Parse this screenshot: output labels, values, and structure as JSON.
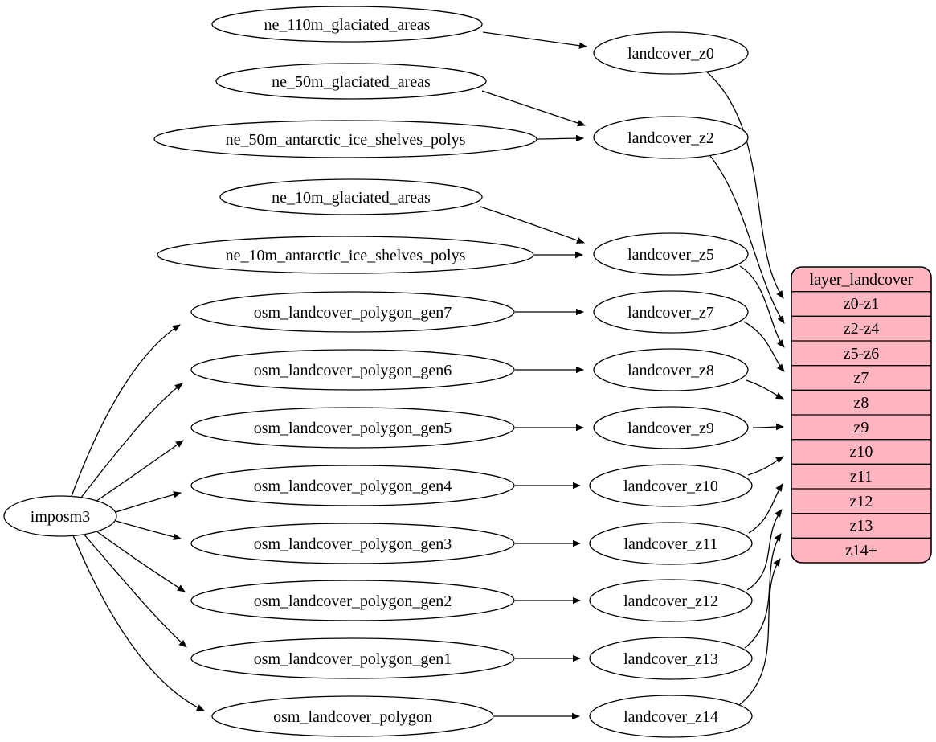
{
  "diagram": {
    "type": "etl-flow-graph",
    "colors": {
      "node_fill": "#ffffff",
      "node_stroke": "#000000",
      "edge_color": "#000000",
      "layer_table_fill": "#ffb6c1",
      "background": "#ffffff"
    },
    "root_label": "imposm3",
    "sources": [
      "ne_110m_glaciated_areas",
      "ne_50m_glaciated_areas",
      "ne_50m_antarctic_ice_shelves_polys",
      "ne_10m_glaciated_areas",
      "ne_10m_antarctic_ice_shelves_polys",
      "osm_landcover_polygon_gen7",
      "osm_landcover_polygon_gen6",
      "osm_landcover_polygon_gen5",
      "osm_landcover_polygon_gen4",
      "osm_landcover_polygon_gen3",
      "osm_landcover_polygon_gen2",
      "osm_landcover_polygon_gen1",
      "osm_landcover_polygon"
    ],
    "transforms": [
      "landcover_z0",
      "landcover_z2",
      "landcover_z5",
      "landcover_z7",
      "landcover_z8",
      "landcover_z9",
      "landcover_z10",
      "landcover_z11",
      "landcover_z12",
      "landcover_z13",
      "landcover_z14"
    ],
    "layer_table": {
      "title": "layer_landcover",
      "rows": [
        "z0-z1",
        "z2-z4",
        "z5-z6",
        "z7",
        "z8",
        "z9",
        "z10",
        "z11",
        "z12",
        "z13",
        "z14+"
      ]
    },
    "edges": [
      {
        "from": "ne_110m_glaciated_areas",
        "to": "landcover_z0"
      },
      {
        "from": "ne_50m_glaciated_areas",
        "to": "landcover_z2"
      },
      {
        "from": "ne_50m_antarctic_ice_shelves_polys",
        "to": "landcover_z2"
      },
      {
        "from": "ne_10m_glaciated_areas",
        "to": "landcover_z5"
      },
      {
        "from": "ne_10m_antarctic_ice_shelves_polys",
        "to": "landcover_z5"
      },
      {
        "from": "imposm3",
        "to": "osm_landcover_polygon_gen7"
      },
      {
        "from": "imposm3",
        "to": "osm_landcover_polygon_gen6"
      },
      {
        "from": "imposm3",
        "to": "osm_landcover_polygon_gen5"
      },
      {
        "from": "imposm3",
        "to": "osm_landcover_polygon_gen4"
      },
      {
        "from": "imposm3",
        "to": "osm_landcover_polygon_gen3"
      },
      {
        "from": "imposm3",
        "to": "osm_landcover_polygon_gen2"
      },
      {
        "from": "imposm3",
        "to": "osm_landcover_polygon_gen1"
      },
      {
        "from": "imposm3",
        "to": "osm_landcover_polygon"
      },
      {
        "from": "osm_landcover_polygon_gen7",
        "to": "landcover_z7"
      },
      {
        "from": "osm_landcover_polygon_gen6",
        "to": "landcover_z8"
      },
      {
        "from": "osm_landcover_polygon_gen5",
        "to": "landcover_z9"
      },
      {
        "from": "osm_landcover_polygon_gen4",
        "to": "landcover_z10"
      },
      {
        "from": "osm_landcover_polygon_gen3",
        "to": "landcover_z11"
      },
      {
        "from": "osm_landcover_polygon_gen2",
        "to": "landcover_z12"
      },
      {
        "from": "osm_landcover_polygon_gen1",
        "to": "landcover_z13"
      },
      {
        "from": "osm_landcover_polygon",
        "to": "landcover_z14"
      },
      {
        "from": "landcover_z0",
        "to": "layer_landcover:z0-z1"
      },
      {
        "from": "landcover_z2",
        "to": "layer_landcover:z2-z4"
      },
      {
        "from": "landcover_z5",
        "to": "layer_landcover:z5-z6"
      },
      {
        "from": "landcover_z7",
        "to": "layer_landcover:z7"
      },
      {
        "from": "landcover_z8",
        "to": "layer_landcover:z8"
      },
      {
        "from": "landcover_z9",
        "to": "layer_landcover:z9"
      },
      {
        "from": "landcover_z10",
        "to": "layer_landcover:z10"
      },
      {
        "from": "landcover_z11",
        "to": "layer_landcover:z11"
      },
      {
        "from": "landcover_z12",
        "to": "layer_landcover:z12"
      },
      {
        "from": "landcover_z13",
        "to": "layer_landcover:z13"
      },
      {
        "from": "landcover_z14",
        "to": "layer_landcover:z14+"
      }
    ]
  }
}
